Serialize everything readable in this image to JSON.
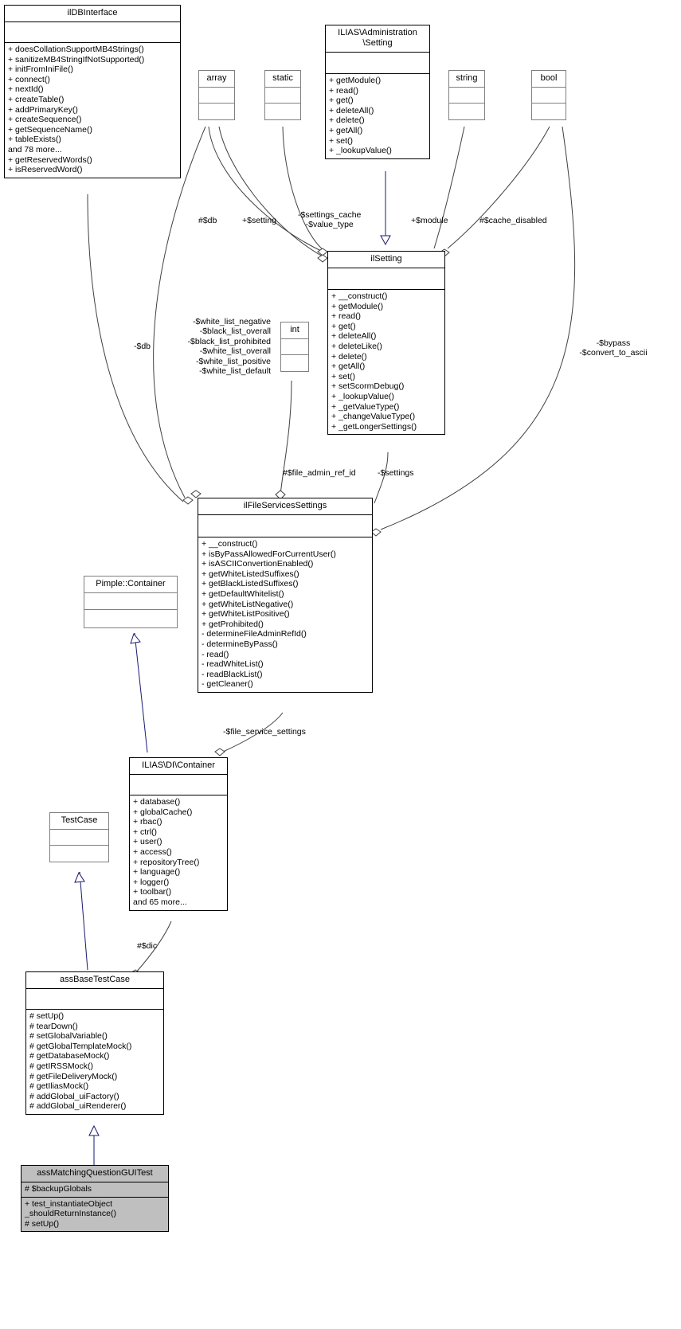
{
  "diagram": {
    "kind": "uml-class-diagram",
    "colors": {
      "inheritance_line": "#191970",
      "association_line": "#404040",
      "box_border": "#000000",
      "external_box_border": "#808080",
      "highlight_fill": "#bfbfbf",
      "background": "#ffffff"
    }
  },
  "classes": {
    "ildbinterface": {
      "name": "ilDBInterface",
      "attributes": [],
      "operations": [
        "+ doesCollationSupportMB4Strings()",
        "+ sanitizeMB4StringIfNotSupported()",
        "+ initFromIniFile()",
        "+ connect()",
        "+ nextId()",
        "+ createTable()",
        "+ addPrimaryKey()",
        "+ createSequence()",
        "+ getSequenceName()",
        "+ tableExists()",
        "and 78 more...",
        "+ getReservedWords()",
        "+ isReservedWord()"
      ]
    },
    "array": {
      "name": "array",
      "attributes": [],
      "operations": []
    },
    "static": {
      "name": "static",
      "attributes": [],
      "operations": []
    },
    "string": {
      "name": "string",
      "attributes": [],
      "operations": []
    },
    "bool": {
      "name": "bool",
      "attributes": [],
      "operations": []
    },
    "int": {
      "name": "int",
      "attributes": [],
      "operations": []
    },
    "administration_setting": {
      "name": "ILIAS\\Administration\n\\Setting",
      "attributes": [],
      "operations": [
        "+ getModule()",
        "+ read()",
        "+ get()",
        "+ deleteAll()",
        "+ delete()",
        "+ getAll()",
        "+ set()",
        "+ _lookupValue()"
      ]
    },
    "ilsetting": {
      "name": "ilSetting",
      "attributes": [],
      "operations": [
        "+ __construct()",
        "+ getModule()",
        "+ read()",
        "+ get()",
        "+ deleteAll()",
        "+ deleteLike()",
        "+ delete()",
        "+ getAll()",
        "+ set()",
        "+ setScormDebug()",
        "+ _lookupValue()",
        "+ _getValueType()",
        "+ _changeValueType()",
        "+ _getLongerSettings()"
      ]
    },
    "ilfileservicessettings": {
      "name": "ilFileServicesSettings",
      "attributes": [],
      "operations": [
        "+ __construct()",
        "+ isByPassAllowedForCurrentUser()",
        "+ isASCIIConvertionEnabled()",
        "+ getWhiteListedSuffixes()",
        "+ getBlackListedSuffixes()",
        "+ getDefaultWhitelist()",
        "+ getWhiteListNegative()",
        "+ getWhiteListPositive()",
        "+ getProhibited()",
        "- determineFileAdminRefId()",
        "- determineByPass()",
        "- read()",
        "- readWhiteList()",
        "- readBlackList()",
        "- getCleaner()"
      ]
    },
    "pimple_container": {
      "name": "Pimple::Container",
      "attributes": [],
      "operations": []
    },
    "di_container": {
      "name": "ILIAS\\DI\\Container",
      "attributes": [],
      "operations": [
        "+ database()",
        "+ globalCache()",
        "+ rbac()",
        "+ ctrl()",
        "+ user()",
        "+ access()",
        "+ repositoryTree()",
        "+ language()",
        "+ logger()",
        "+ toolbar()",
        "and 65 more..."
      ]
    },
    "testcase": {
      "name": "TestCase",
      "attributes": [],
      "operations": []
    },
    "assbasetestcase": {
      "name": "assBaseTestCase",
      "attributes": [],
      "operations": [
        "# setUp()",
        "# tearDown()",
        "# setGlobalVariable()",
        "# getGlobalTemplateMock()",
        "# getDatabaseMock()",
        "# getIRSSMock()",
        "# getFileDeliveryMock()",
        "# getIliasMock()",
        "# addGlobal_uiFactory()",
        "# addGlobal_uiRenderer()"
      ]
    },
    "assmatchingquestionguitest": {
      "name": "assMatchingQuestionGUITest",
      "attributes": [
        "# $backupGlobals"
      ],
      "operations": [
        "+ test_instantiateObject",
        "_shouldReturnInstance()",
        "# setUp()"
      ]
    }
  },
  "edge_labels": {
    "db_hash": "#$db",
    "setting": "+$setting",
    "settings_cache": "-$settings_cache\n-$value_type",
    "module": "+$module",
    "cache_disabled": "#$cache_disabled",
    "db": "-$db",
    "white_black_lists": "-$white_list_negative\n-$black_list_overall\n-$black_list_prohibited\n-$white_list_overall\n-$white_list_positive\n-$white_list_default",
    "bypass_convert": "-$bypass\n-$convert_to_ascii",
    "file_admin_ref_id": "#$file_admin_ref_id",
    "settings": "-$settings",
    "file_service_settings": "-$file_service_settings",
    "dic": "#$dic"
  }
}
